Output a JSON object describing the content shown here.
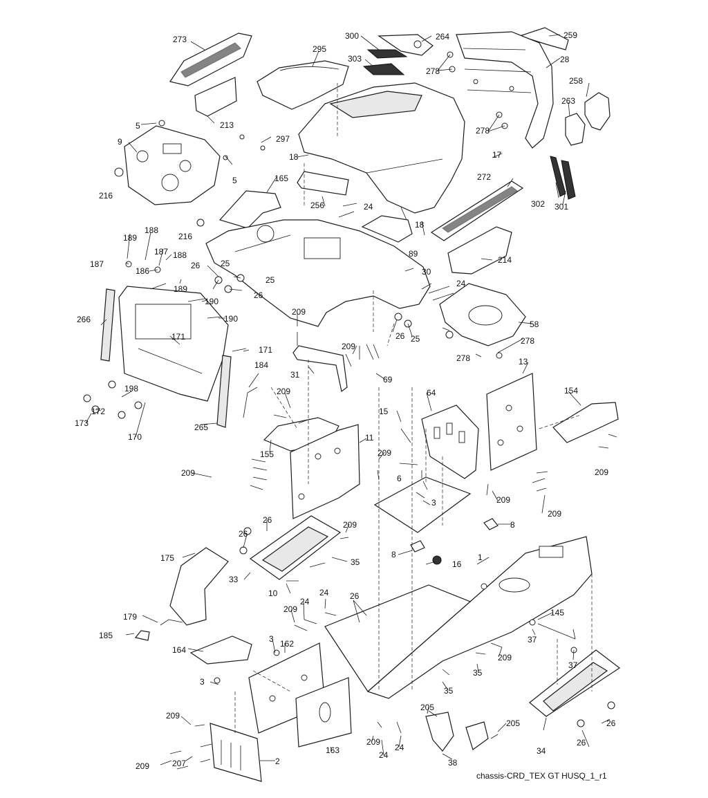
{
  "diagram": {
    "footer_caption": "chassis-CRD_TEX GT HUSQ_1_r1",
    "callouts": {
      "c273": "273",
      "c295": "295",
      "c300": "300",
      "c303": "303",
      "c264": "264",
      "c259": "259",
      "c28": "28",
      "c278a": "278",
      "c278b": "278",
      "c258": "258",
      "c263": "263",
      "c213": "213",
      "c5a": "5",
      "c9": "9",
      "c297": "297",
      "c18a": "18",
      "c5b": "5",
      "c216a": "216",
      "c165": "165",
      "c17": "17",
      "c272": "272",
      "c302": "302",
      "c301": "301",
      "c256": "256",
      "c24a": "24",
      "c18b": "18",
      "c216b": "216",
      "c188a": "188",
      "c189a": "189",
      "c187a": "187",
      "c187b": "187",
      "c188b": "188",
      "c186": "186",
      "c189b": "189",
      "c26a": "26",
      "c25a": "25",
      "c25b": "25",
      "c26b": "26",
      "c89": "89",
      "c214": "214",
      "c30": "30",
      "c24b": "24",
      "c266": "266",
      "c190a": "190",
      "c190b": "190",
      "c171a": "171",
      "c171b": "171",
      "c209a": "209",
      "c26c": "26",
      "c25c": "25",
      "c58": "58",
      "c278c": "278",
      "c278d": "278",
      "c209b": "209",
      "c69": "69",
      "c31": "31",
      "c184": "184",
      "c13": "13",
      "c154": "154",
      "c198": "198",
      "c172": "172",
      "c173": "173",
      "c170": "170",
      "c265": "265",
      "c209c": "209",
      "c15": "15",
      "c64": "64",
      "c155": "155",
      "c11": "11",
      "c209d": "209",
      "c209e": "209",
      "c6": "6",
      "c3a": "3",
      "c209f": "209",
      "c209g": "209",
      "c8a": "8",
      "c8b": "8",
      "c26d": "26",
      "c26e": "26",
      "c209h": "209",
      "c175": "175",
      "c35a": "35",
      "c33": "33",
      "c10": "10",
      "c16": "16",
      "c1": "1",
      "c24c": "24",
      "c209i": "209",
      "c24d": "24",
      "c26f": "26",
      "c179": "179",
      "c185": "185",
      "c145": "145",
      "c37a": "37",
      "c37b": "37",
      "c3b": "3",
      "c162": "162",
      "c164": "164",
      "c209j": "209",
      "c35b": "35",
      "c3c": "3",
      "c35c": "35",
      "c205a": "205",
      "c205b": "205",
      "c26g": "26",
      "c209k": "209",
      "c207": "207",
      "c163": "163",
      "c209l": "209",
      "c24e": "24",
      "c24f": "24",
      "c2": "2",
      "c209m": "209",
      "c38": "38",
      "c34": "34",
      "c26h": "26"
    }
  }
}
